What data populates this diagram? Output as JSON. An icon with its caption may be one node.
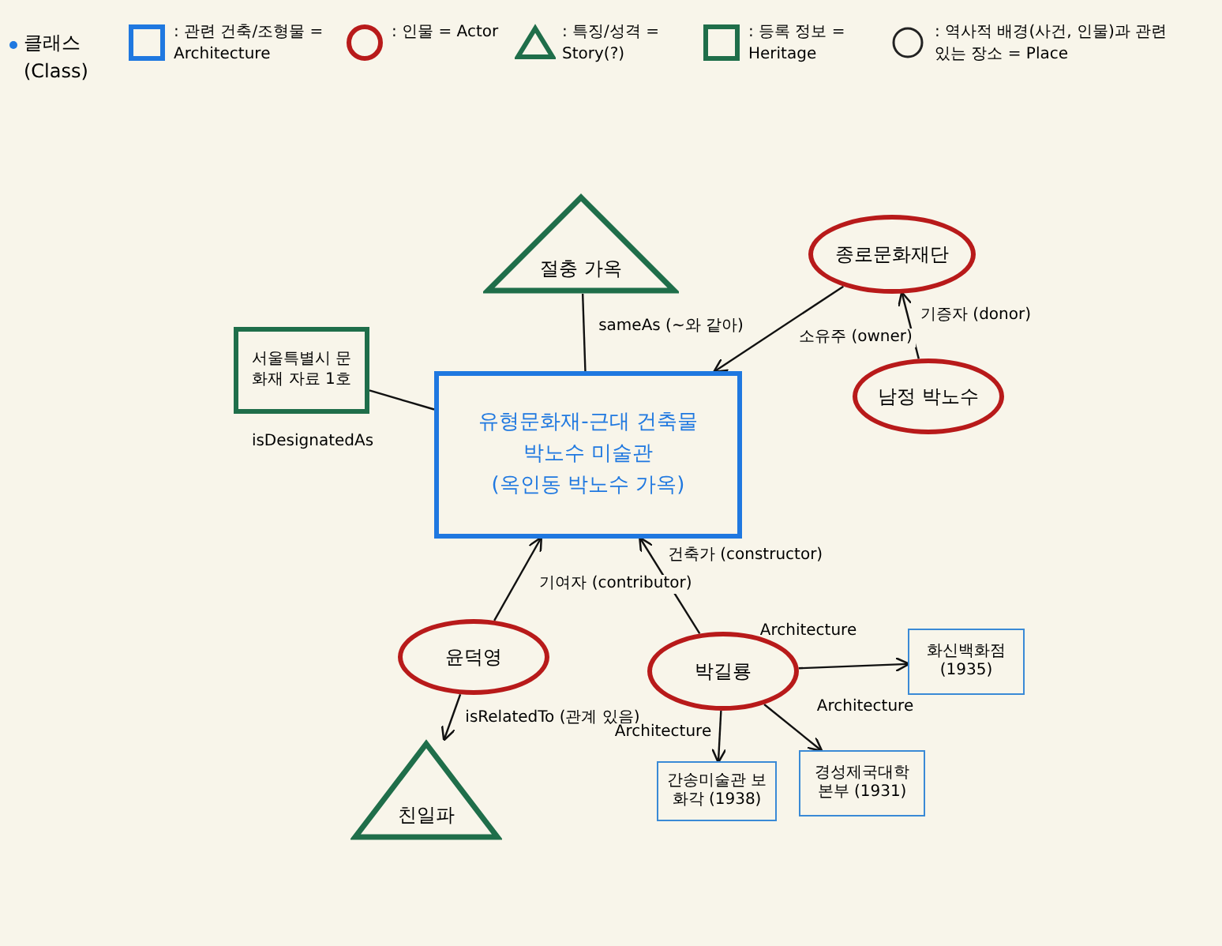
{
  "diagram": {
    "nodes": [
      {
        "text": [
          "절충 가옥"
        ]
      },
      {
        "text": [
          "서울특별시 문화재 자료 1호"
        ]
      },
      {
        "text": [
          "유형문화재-근대 건축물",
          "박노수 미술관",
          "(옥인동 박노수 가옥)"
        ]
      },
      {
        "text": [
          "종로문화재단"
        ]
      },
      {
        "text": [
          "남정 박노수"
        ]
      },
      {
        "text": [
          "윤덕영"
        ]
      },
      {
        "text": [
          "박길룡"
        ]
      },
      {
        "text": [
          "친일파"
        ]
      },
      {
        "text": [
          "화신백화점 (1935)"
        ]
      },
      {
        "text": [
          "간송미술관 보화각 (1938)"
        ]
      },
      {
        "text": [
          "경성제국대학 본부 (1931)"
        ]
      }
    ],
    "edges": [
      {
        "from": 0,
        "to": 2,
        "arrow": "none",
        "label": "sameAs (~와 같아)"
      },
      {
        "from": 1,
        "to": 2,
        "arrow": "none",
        "label": "isDesignatedAs"
      },
      {
        "from": 3,
        "to": 2,
        "arrow": "to",
        "label": "소유주 (owner)"
      },
      {
        "from": 4,
        "to": 3,
        "arrow": "to",
        "label": "기증자 (donor)"
      },
      {
        "from": 5,
        "to": 2,
        "arrow": "to",
        "label": "기여자 (contributor)"
      },
      {
        "from": 5,
        "to": 7,
        "arrow": "to",
        "label": "isRelatedTo (관계 있음)"
      },
      {
        "from": 6,
        "to": 2,
        "arrow": "to",
        "label": "건축가 (constructor)"
      },
      {
        "from": 6,
        "to": 8,
        "arrow": "to",
        "label": "Architecture"
      },
      {
        "from": 6,
        "to": 9,
        "arrow": "to",
        "label": "Architecture"
      },
      {
        "from": 6,
        "to": 10,
        "arrow": "to",
        "label": "Architecture"
      }
    ],
    "labels": [
      "클래스 (Class)"
    ],
    "legend": [
      {
        "text": ": 관련 건축/조형물 = Architecture"
      },
      {
        "text": ": 인물 = Actor"
      },
      {
        "text": ": 특징/성격 = Story(?)"
      },
      {
        "text": ": 등록 정보 = Heritage"
      },
      {
        "text": ": 역사적 배경(사건, 인물)과 관련 있는 장소 = Place"
      }
    ]
  }
}
